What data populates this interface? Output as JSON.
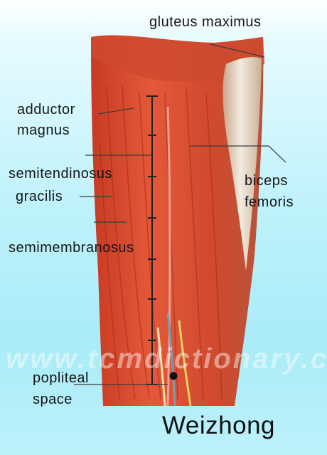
{
  "labels": {
    "gluteus_maximus": "gluteus maximus",
    "adductor_magnus_1": "adductor",
    "adductor_magnus_2": "magnus",
    "semitendinosus": "semitendinosus",
    "gracilis": "gracilis",
    "semimembranosus": "semimembranosus",
    "biceps_femoris_1": "biceps",
    "biceps_femoris_2": "femoris",
    "popliteal_space_1": "popliteal",
    "popliteal_space_2": "space"
  },
  "title": "Weizhong",
  "watermark": "www.tcmdictionary.com",
  "colors": {
    "background": "#bff2fb",
    "muscle": "#d8482c",
    "muscle_dark": "#b83420",
    "tendon": "#e8e0cc",
    "acupoint": "#111111"
  }
}
